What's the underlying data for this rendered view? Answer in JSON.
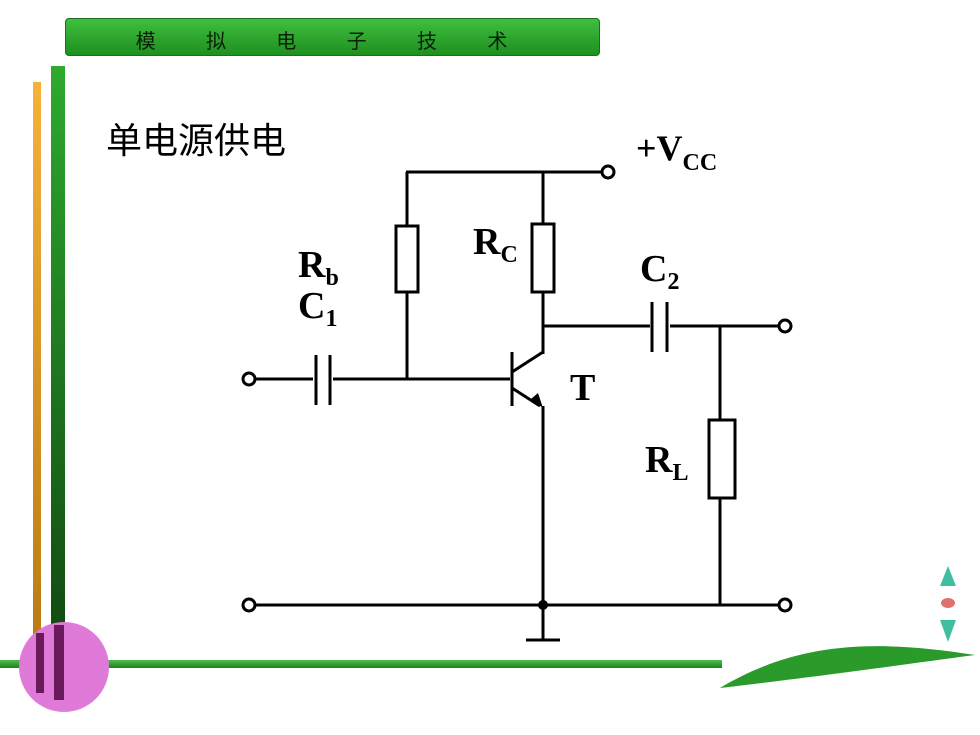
{
  "header": {
    "title": "模 拟 电 子 技 术"
  },
  "slide": {
    "title": "单电源供电"
  },
  "circuit": {
    "vcc": {
      "main": "+V",
      "sub": "CC"
    },
    "rb": {
      "main": "R",
      "sub": "b"
    },
    "c1": {
      "main": "C",
      "sub": "1"
    },
    "rc": {
      "main": "R",
      "sub": "C"
    },
    "c2": {
      "main": "C",
      "sub": "2"
    },
    "transistor": "T",
    "rl": {
      "main": "R",
      "sub": "L"
    }
  },
  "colors": {
    "header_green": "#2eaa2e",
    "left_orange": "#f0a020",
    "left_green": "#1e8f1e",
    "circle_pink": "#e07ad8",
    "nav_teal": "#2eaa8a"
  }
}
